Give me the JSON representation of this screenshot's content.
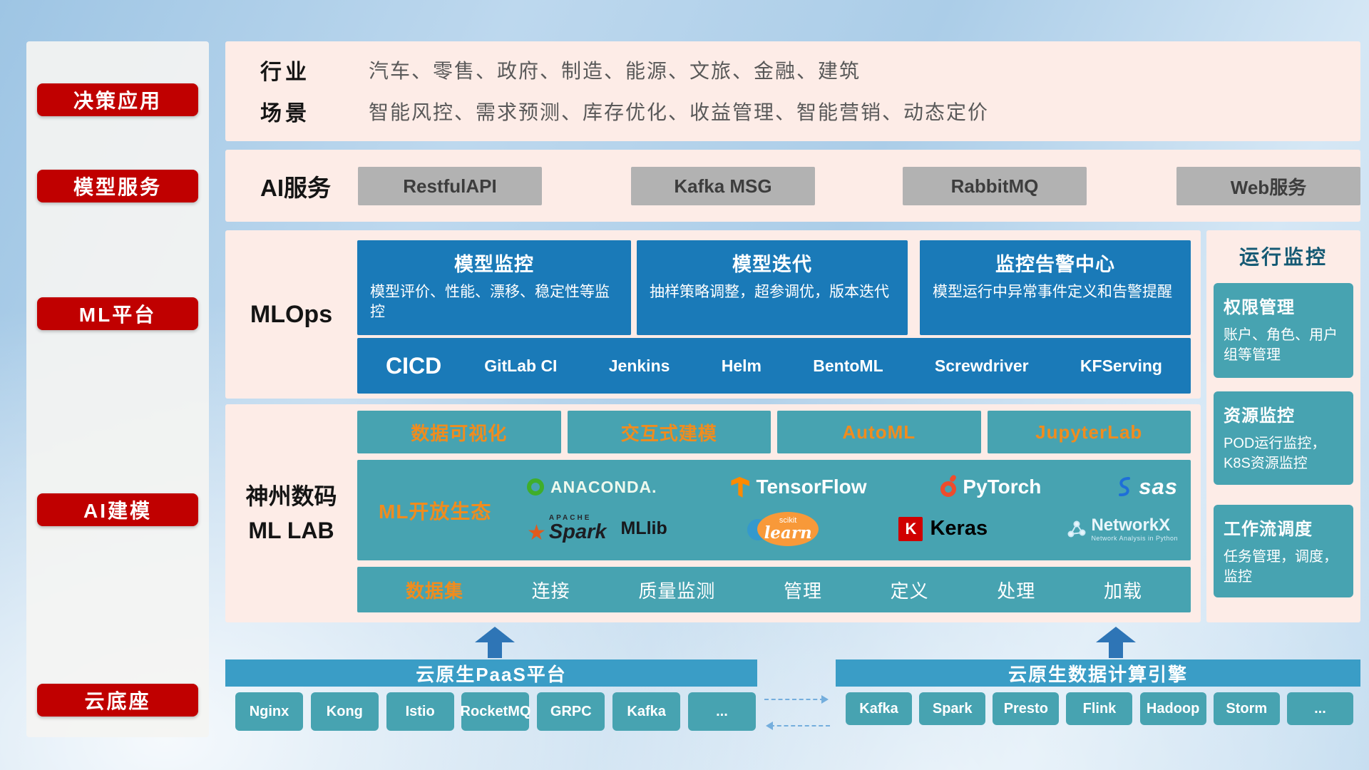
{
  "colors": {
    "red": "#c00000",
    "panel_pink": "#fdece7",
    "blue": "#1a7ab8",
    "teal": "#47a3b1",
    "bar_blue": "#3a9dc6",
    "orange": "#f08c1e"
  },
  "sidebar": {
    "items": [
      {
        "label": "决策应用"
      },
      {
        "label": "模型服务"
      },
      {
        "label": "ML平台"
      },
      {
        "label": "AI建模"
      },
      {
        "label": "云底座"
      }
    ]
  },
  "industry": {
    "rows": [
      {
        "label": "行业",
        "text": "汽车、零售、政府、制造、能源、文旅、金融、建筑"
      },
      {
        "label": "场景",
        "text": "智能风控、需求预测、库存优化、收益管理、智能营销、动态定价"
      }
    ]
  },
  "ai_service": {
    "label": "AI服务",
    "services": [
      {
        "label": "RestfulAPI"
      },
      {
        "label": "Kafka MSG"
      },
      {
        "label": "RabbitMQ"
      },
      {
        "label": "Web服务"
      }
    ]
  },
  "mlops": {
    "label": "MLOps",
    "cards": [
      {
        "title": "模型监控",
        "desc": "模型评价、性能、漂移、稳定性等监控"
      },
      {
        "title": "模型迭代",
        "desc": "抽样策略调整，超参调优，版本迭代"
      },
      {
        "title": "监控告警中心",
        "desc": "模型运行中异常事件定义和告警提醒"
      }
    ],
    "cicd": {
      "label": "CICD",
      "tools": [
        {
          "label": "GitLab CI"
        },
        {
          "label": "Jenkins"
        },
        {
          "label": "Helm"
        },
        {
          "label": "BentoML"
        },
        {
          "label": "Screwdriver"
        },
        {
          "label": "KFServing"
        }
      ]
    }
  },
  "mllab": {
    "label_line1": "神州数码",
    "label_line2": "ML LAB",
    "features": [
      {
        "label": "数据可视化"
      },
      {
        "label": "交互式建模"
      },
      {
        "label": "AutoML"
      },
      {
        "label": "JupyterLab"
      }
    ],
    "ecosystem": {
      "label": "ML开放生态",
      "anaconda": "ANACONDA.",
      "tensorflow": "TensorFlow",
      "pytorch": "PyTorch",
      "sas": "sas",
      "spark_small": "APACHE",
      "spark": "Spark",
      "mllib": "MLlib",
      "scikit_small": "scikit",
      "scikit": "learn",
      "keras_k": "K",
      "keras": "Keras",
      "networkx": "NetworkX",
      "networkx_sub": "Network Analysis in Python"
    },
    "dataset": {
      "label": "数据集",
      "items": [
        {
          "label": "连接"
        },
        {
          "label": "质量监测"
        },
        {
          "label": "管理"
        },
        {
          "label": "定义"
        },
        {
          "label": "处理"
        },
        {
          "label": "加载"
        }
      ]
    }
  },
  "monitoring": {
    "title": "运行监控",
    "cards": [
      {
        "title": "权限管理",
        "desc": "账户、角色、用户组等管理"
      },
      {
        "title": "资源监控",
        "desc": "POD运行监控，K8S资源监控"
      },
      {
        "title": "工作流调度",
        "desc": "任务管理，调度，监控"
      }
    ]
  },
  "foundation": {
    "paas": {
      "title": "云原生PaaS平台",
      "items": [
        {
          "label": "Nginx"
        },
        {
          "label": "Kong"
        },
        {
          "label": "Istio"
        },
        {
          "label": "RocketMQ"
        },
        {
          "label": "GRPC"
        },
        {
          "label": "Kafka"
        },
        {
          "label": "..."
        }
      ]
    },
    "engine": {
      "title": "云原生数据计算引擎",
      "items": [
        {
          "label": "Kafka"
        },
        {
          "label": "Spark"
        },
        {
          "label": "Presto"
        },
        {
          "label": "Flink"
        },
        {
          "label": "Hadoop"
        },
        {
          "label": "Storm"
        },
        {
          "label": "..."
        }
      ]
    }
  }
}
